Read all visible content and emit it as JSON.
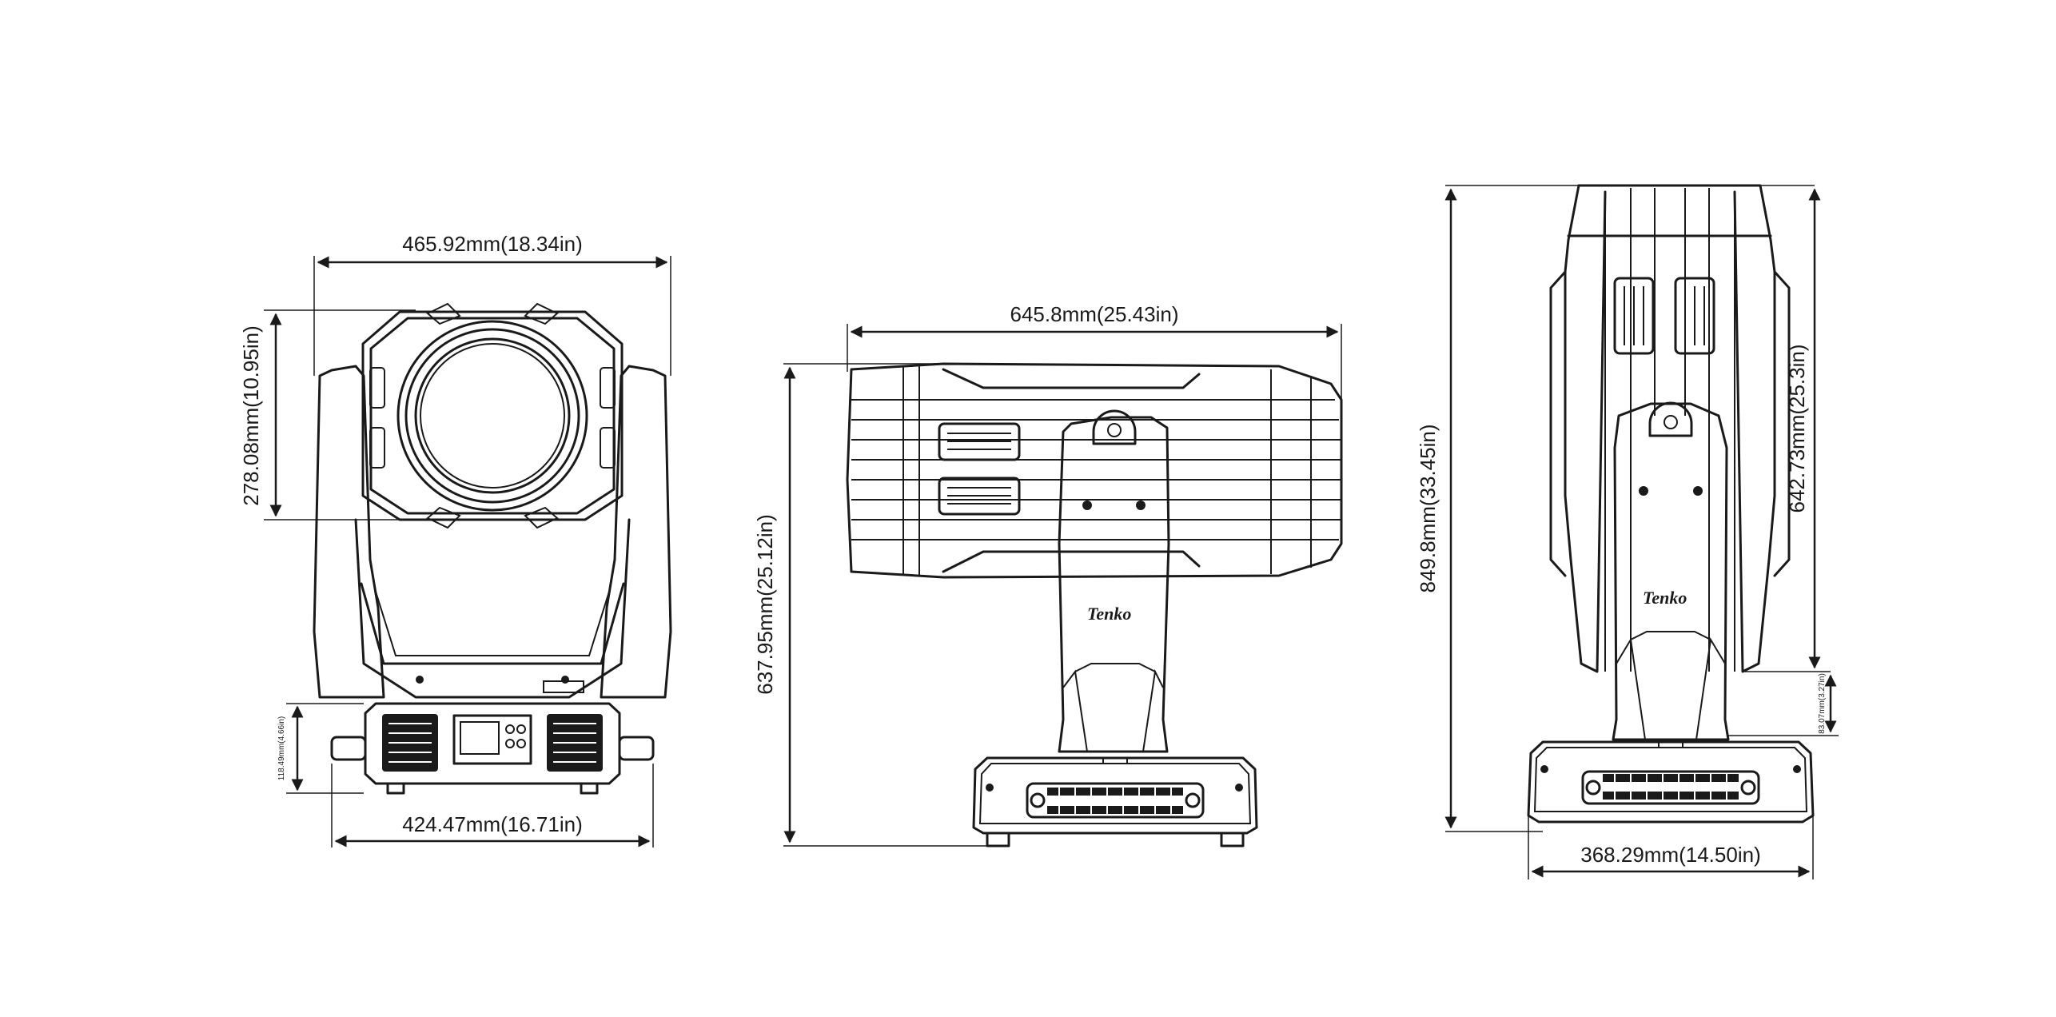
{
  "front_view": {
    "width_label": "465.92mm(18.34in)",
    "head_height_label": "278.08mm(10.95in)",
    "base_height_label": "118.49mm(4.66in)",
    "base_width_label": "424.47mm(16.71in)"
  },
  "side_view": {
    "length_label": "645.8mm(25.43in)",
    "height_label": "637.95mm(25.12in)",
    "logo_text": "Tenko"
  },
  "back_view": {
    "total_height_label": "849.8mm(33.45in)",
    "upper_height_label": "642.73mm(25.3in)",
    "gap_height_label": "83.07mm(3.27in)",
    "base_width_label": "368.29mm(14.50in)",
    "logo_text": "Tenko"
  }
}
